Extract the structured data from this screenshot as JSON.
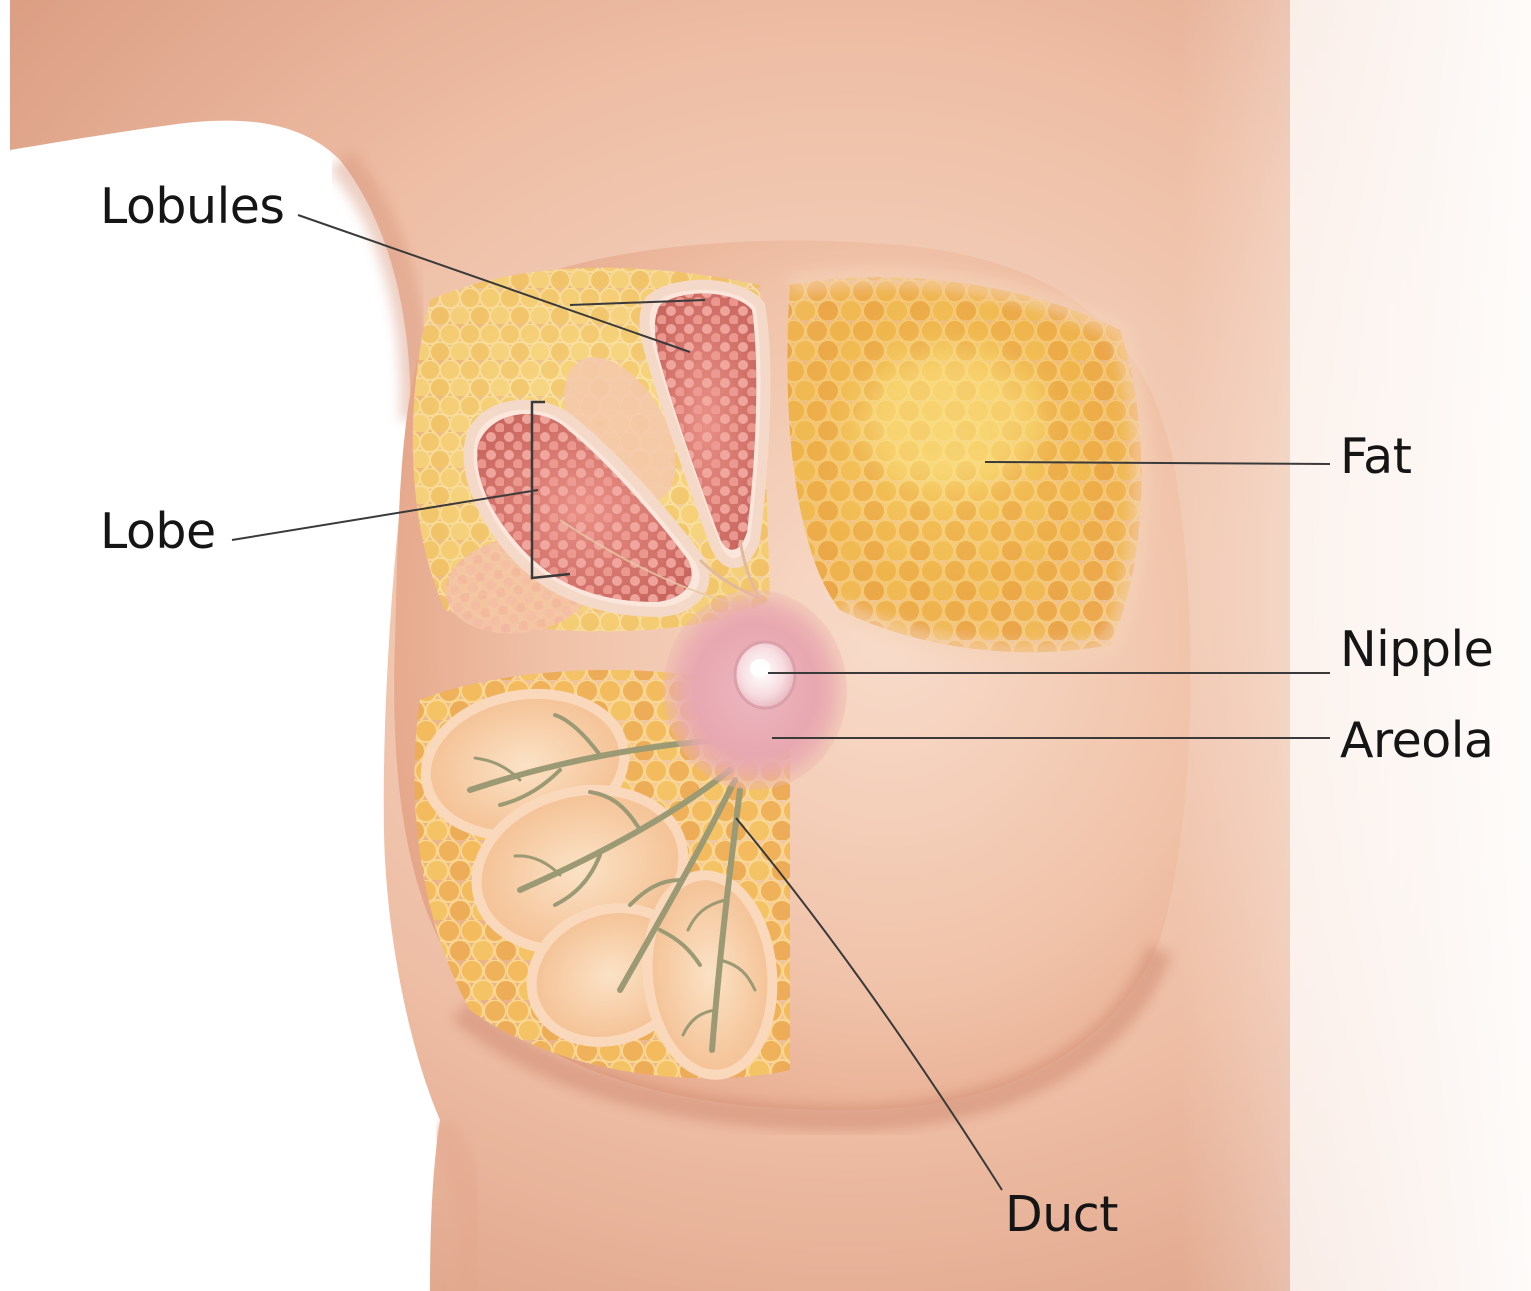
{
  "labels": {
    "lobules": "Lobules",
    "lobe": "Lobe",
    "fat": "Fat",
    "nipple": "Nipple",
    "areola": "Areola",
    "duct": "Duct"
  },
  "colors": {
    "background": "#ffffff",
    "skin_light": "#f4d3be",
    "skin_mid": "#e7ac91",
    "skin_shadow": "#d38c70",
    "fat_yellow": "#f3c451",
    "fat_orange": "#dd8f3a",
    "lobule_pink": "#db7f78",
    "lobule_dot": "#f3b2a8",
    "areola_pink": "#e6a8b1",
    "nipple_light": "#fbe7ea",
    "duct_gray_green": "#9b9a74",
    "leader_line": "#3a3a3a",
    "label_text": "#151515"
  }
}
